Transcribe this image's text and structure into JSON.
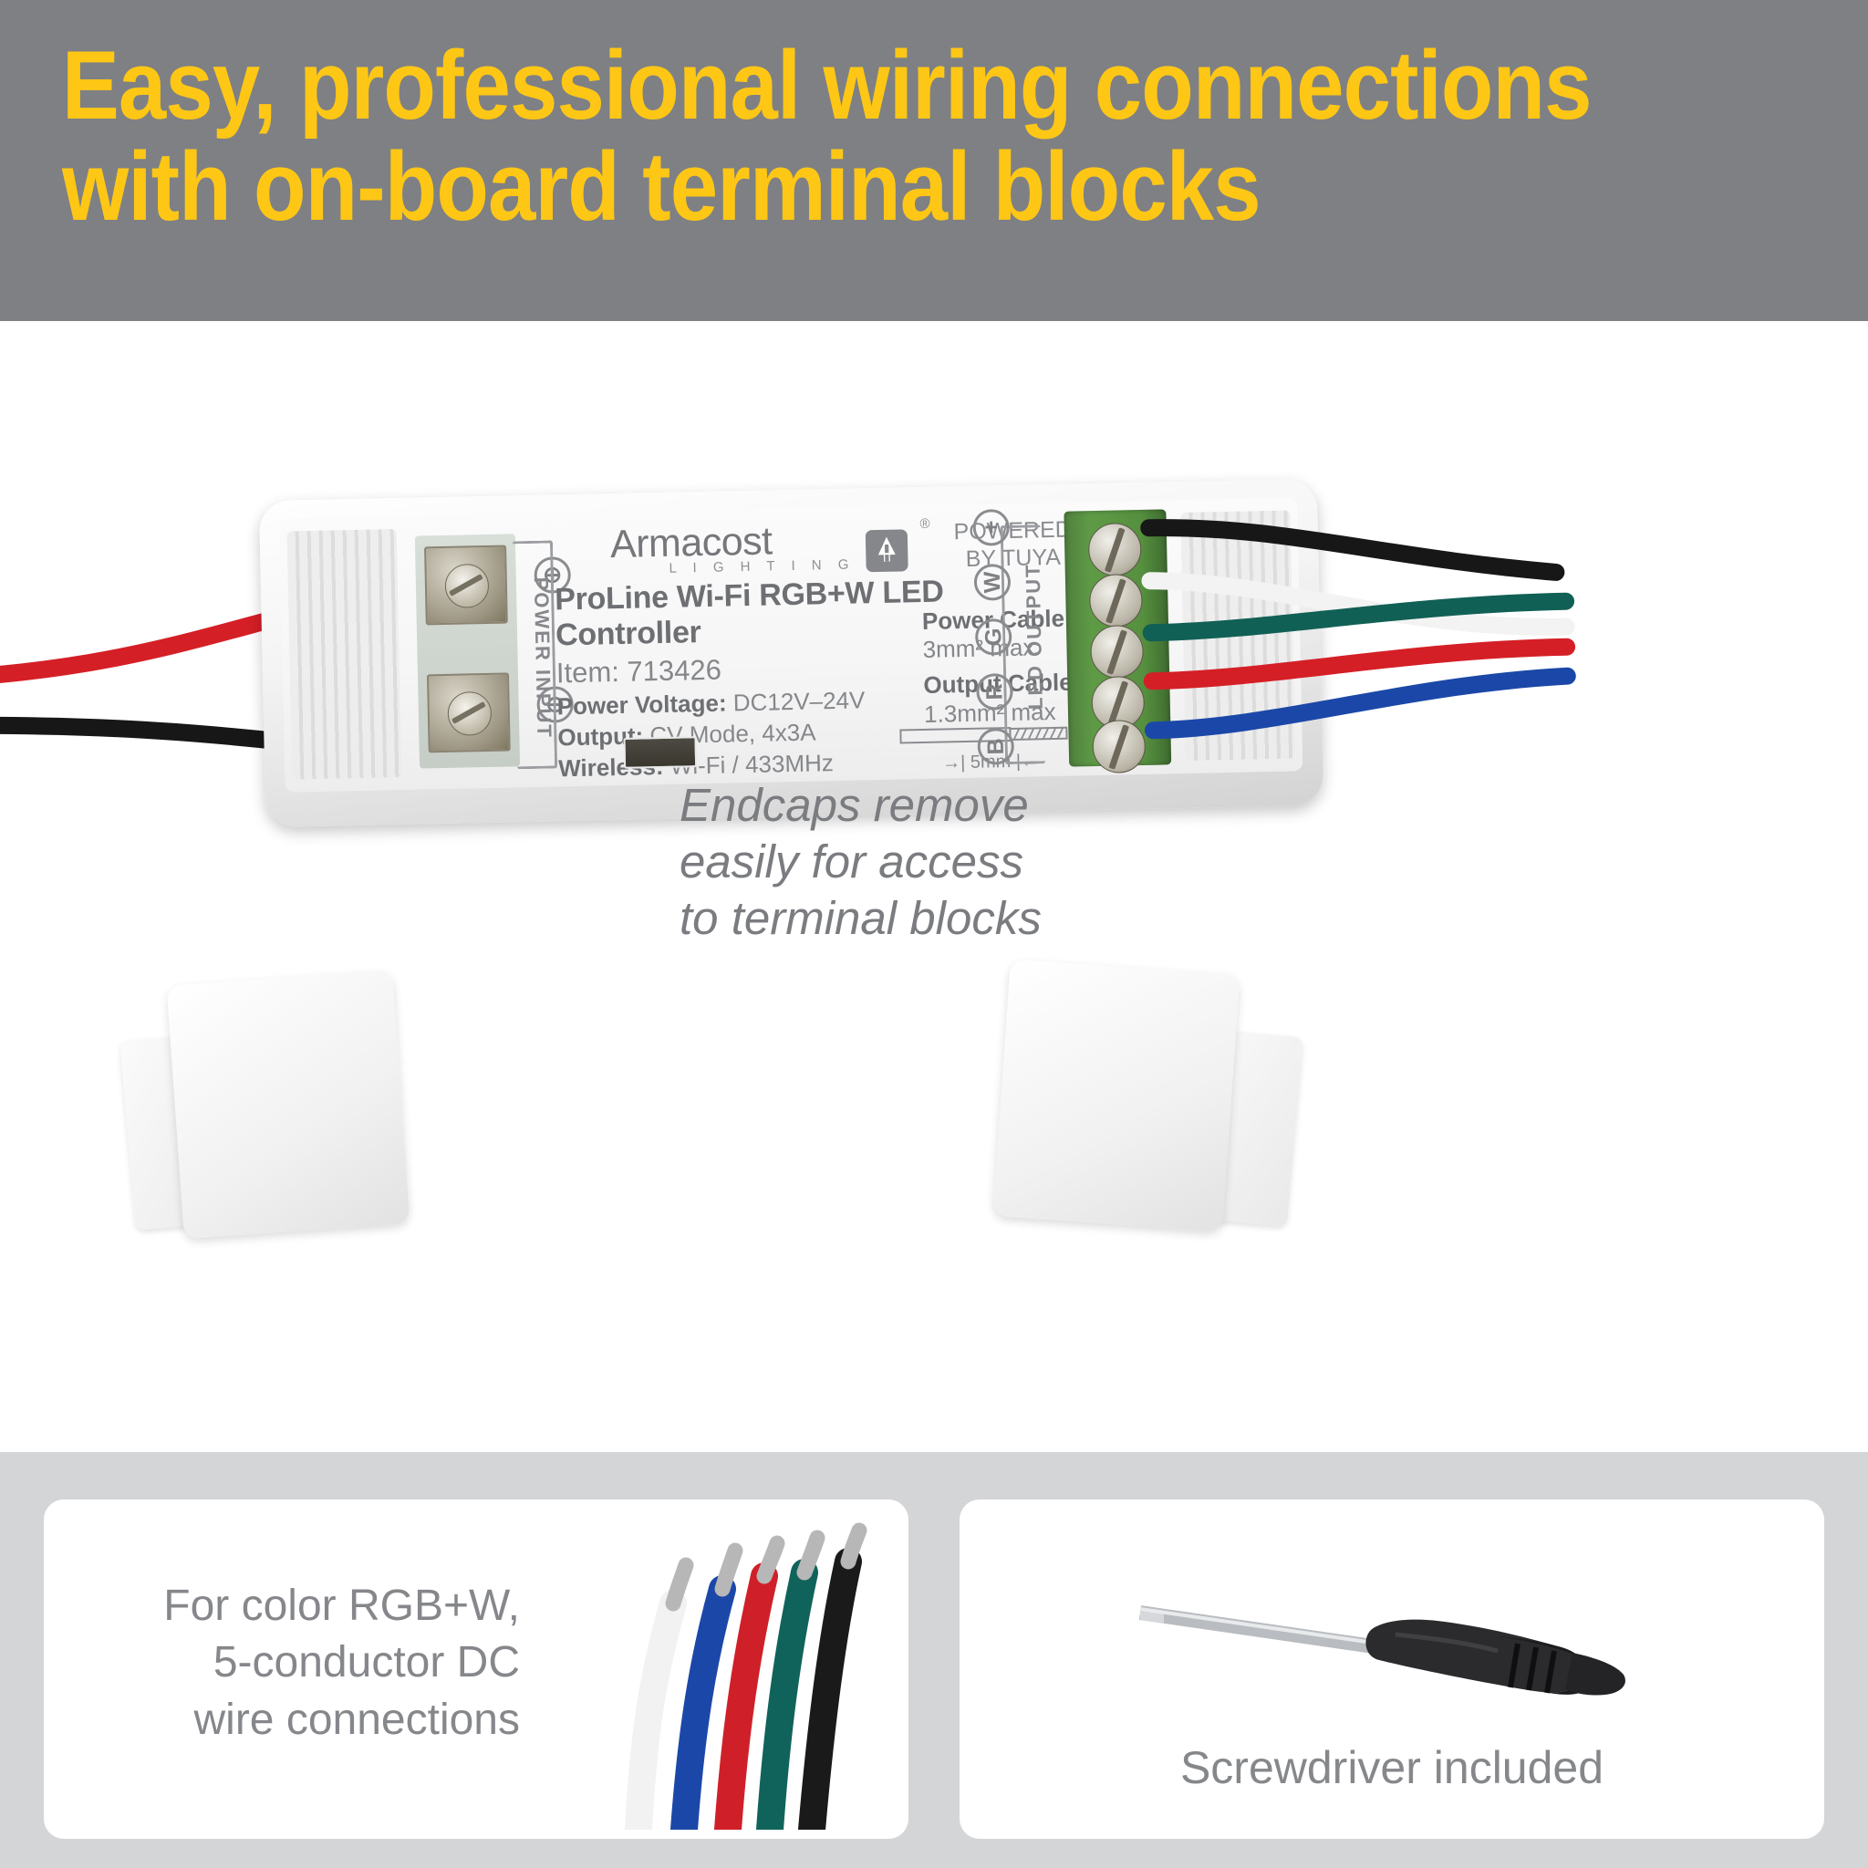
{
  "banner": {
    "line1": "Easy, professional wiring connections",
    "line2": "with on-board terminal blocks",
    "bg_color": "#7e8084",
    "text_color": "#ffc715"
  },
  "device": {
    "brand_name": "Armacost",
    "brand_sub": "L I G H T I N G",
    "brand_logo_icon": "armacost-tree-logo-icon",
    "registered_mark": "®",
    "product_title": "ProLine Wi-Fi RGB+W LED Controller",
    "item": "Item: 713426",
    "specs": [
      {
        "label": "Power Voltage:",
        "value": "DC12V–24V"
      },
      {
        "label": "Output:",
        "value": "CV Mode, 4x3A"
      },
      {
        "label": "Wireless:",
        "value": "Wi-Fi / 433MHz"
      }
    ],
    "tuya_line1": "POWERED",
    "tuya_line2": "BY TUYA",
    "power_cable_label": "Power Cable:",
    "power_cable_value": "3mm² max",
    "output_cable_label": "Output Cable:",
    "output_cable_value": "1.3mm² max",
    "strip_length": "5mm",
    "power_input_label": "POWER INPUT",
    "led_output_label": "LED OUTPUT",
    "power_terminals": [
      "⊕",
      "⊖"
    ],
    "led_terminals": [
      "+",
      "W",
      "G",
      "R",
      "B"
    ],
    "input_wire_colors": [
      "#d51f26",
      "#171717"
    ],
    "output_wire_colors": [
      "#171717",
      "#f2f2f2",
      "#116055",
      "#d51f26",
      "#1b48a8"
    ]
  },
  "endcaps": {
    "note_line1": "Endcaps remove",
    "note_line2": "easily for access",
    "note_line3": "to terminal blocks"
  },
  "bottom": {
    "left_panel": {
      "text_line1": "For color RGB+W,",
      "text_line2": "5-conductor DC",
      "text_line3": "wire connections",
      "wire_colors": [
        "#f4f4f4",
        "#1b48a8",
        "#cf2029",
        "#10635a",
        "#1a1a1a"
      ]
    },
    "right_panel": {
      "caption": "Screwdriver included",
      "tool_icon": "flathead-screwdriver-icon"
    },
    "bg_color": "#d4d5d7"
  }
}
